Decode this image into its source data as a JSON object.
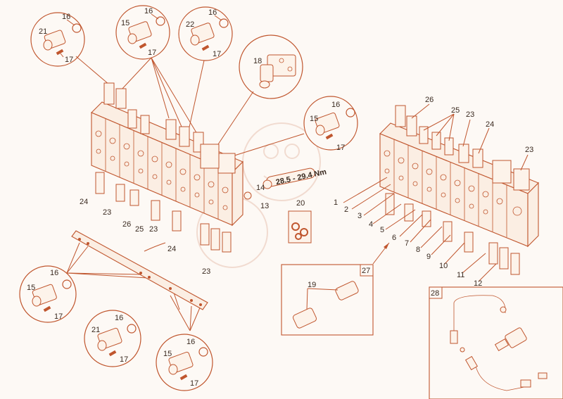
{
  "colors": {
    "line": "#c0562e",
    "fill": "#fbeee3",
    "background": "#fdf9f5",
    "text": "#3a2a20"
  },
  "torque_label": "28.5 - 29.4 Nm",
  "boxes": {
    "box_27": "27",
    "box_28": "28"
  },
  "callouts": [
    {
      "id": "c1",
      "text": "16"
    },
    {
      "id": "c2",
      "text": "21"
    },
    {
      "id": "c3",
      "text": "17"
    },
    {
      "id": "c4",
      "text": "16"
    },
    {
      "id": "c5",
      "text": "15"
    },
    {
      "id": "c6",
      "text": "17"
    },
    {
      "id": "c7",
      "text": "16"
    },
    {
      "id": "c8",
      "text": "22"
    },
    {
      "id": "c9",
      "text": "17"
    },
    {
      "id": "c10",
      "text": "18"
    },
    {
      "id": "c11",
      "text": "16"
    },
    {
      "id": "c12",
      "text": "15"
    },
    {
      "id": "c13",
      "text": "17"
    },
    {
      "id": "c14",
      "text": "14"
    },
    {
      "id": "c15",
      "text": "13"
    },
    {
      "id": "c16",
      "text": "20"
    },
    {
      "id": "c17",
      "text": "24"
    },
    {
      "id": "c18",
      "text": "23"
    },
    {
      "id": "c19",
      "text": "26"
    },
    {
      "id": "c20",
      "text": "25"
    },
    {
      "id": "c21",
      "text": "23"
    },
    {
      "id": "c22",
      "text": "24"
    },
    {
      "id": "c23",
      "text": "23"
    },
    {
      "id": "c24",
      "text": "16"
    },
    {
      "id": "c25",
      "text": "15"
    },
    {
      "id": "c26",
      "text": "17"
    },
    {
      "id": "c27",
      "text": "16"
    },
    {
      "id": "c28",
      "text": "21"
    },
    {
      "id": "c29",
      "text": "17"
    },
    {
      "id": "c30",
      "text": "16"
    },
    {
      "id": "c31",
      "text": "15"
    },
    {
      "id": "c32",
      "text": "17"
    },
    {
      "id": "c33",
      "text": "19"
    },
    {
      "id": "c34",
      "text": "26"
    },
    {
      "id": "c35",
      "text": "25"
    },
    {
      "id": "c36",
      "text": "23"
    },
    {
      "id": "c37",
      "text": "24"
    },
    {
      "id": "c38",
      "text": "23"
    },
    {
      "id": "c39",
      "text": "1"
    },
    {
      "id": "c40",
      "text": "2"
    },
    {
      "id": "c41",
      "text": "3"
    },
    {
      "id": "c42",
      "text": "4"
    },
    {
      "id": "c43",
      "text": "5"
    },
    {
      "id": "c44",
      "text": "6"
    },
    {
      "id": "c45",
      "text": "7"
    },
    {
      "id": "c46",
      "text": "8"
    },
    {
      "id": "c47",
      "text": "9"
    },
    {
      "id": "c48",
      "text": "10"
    },
    {
      "id": "c49",
      "text": "11"
    },
    {
      "id": "c50",
      "text": "12"
    }
  ]
}
